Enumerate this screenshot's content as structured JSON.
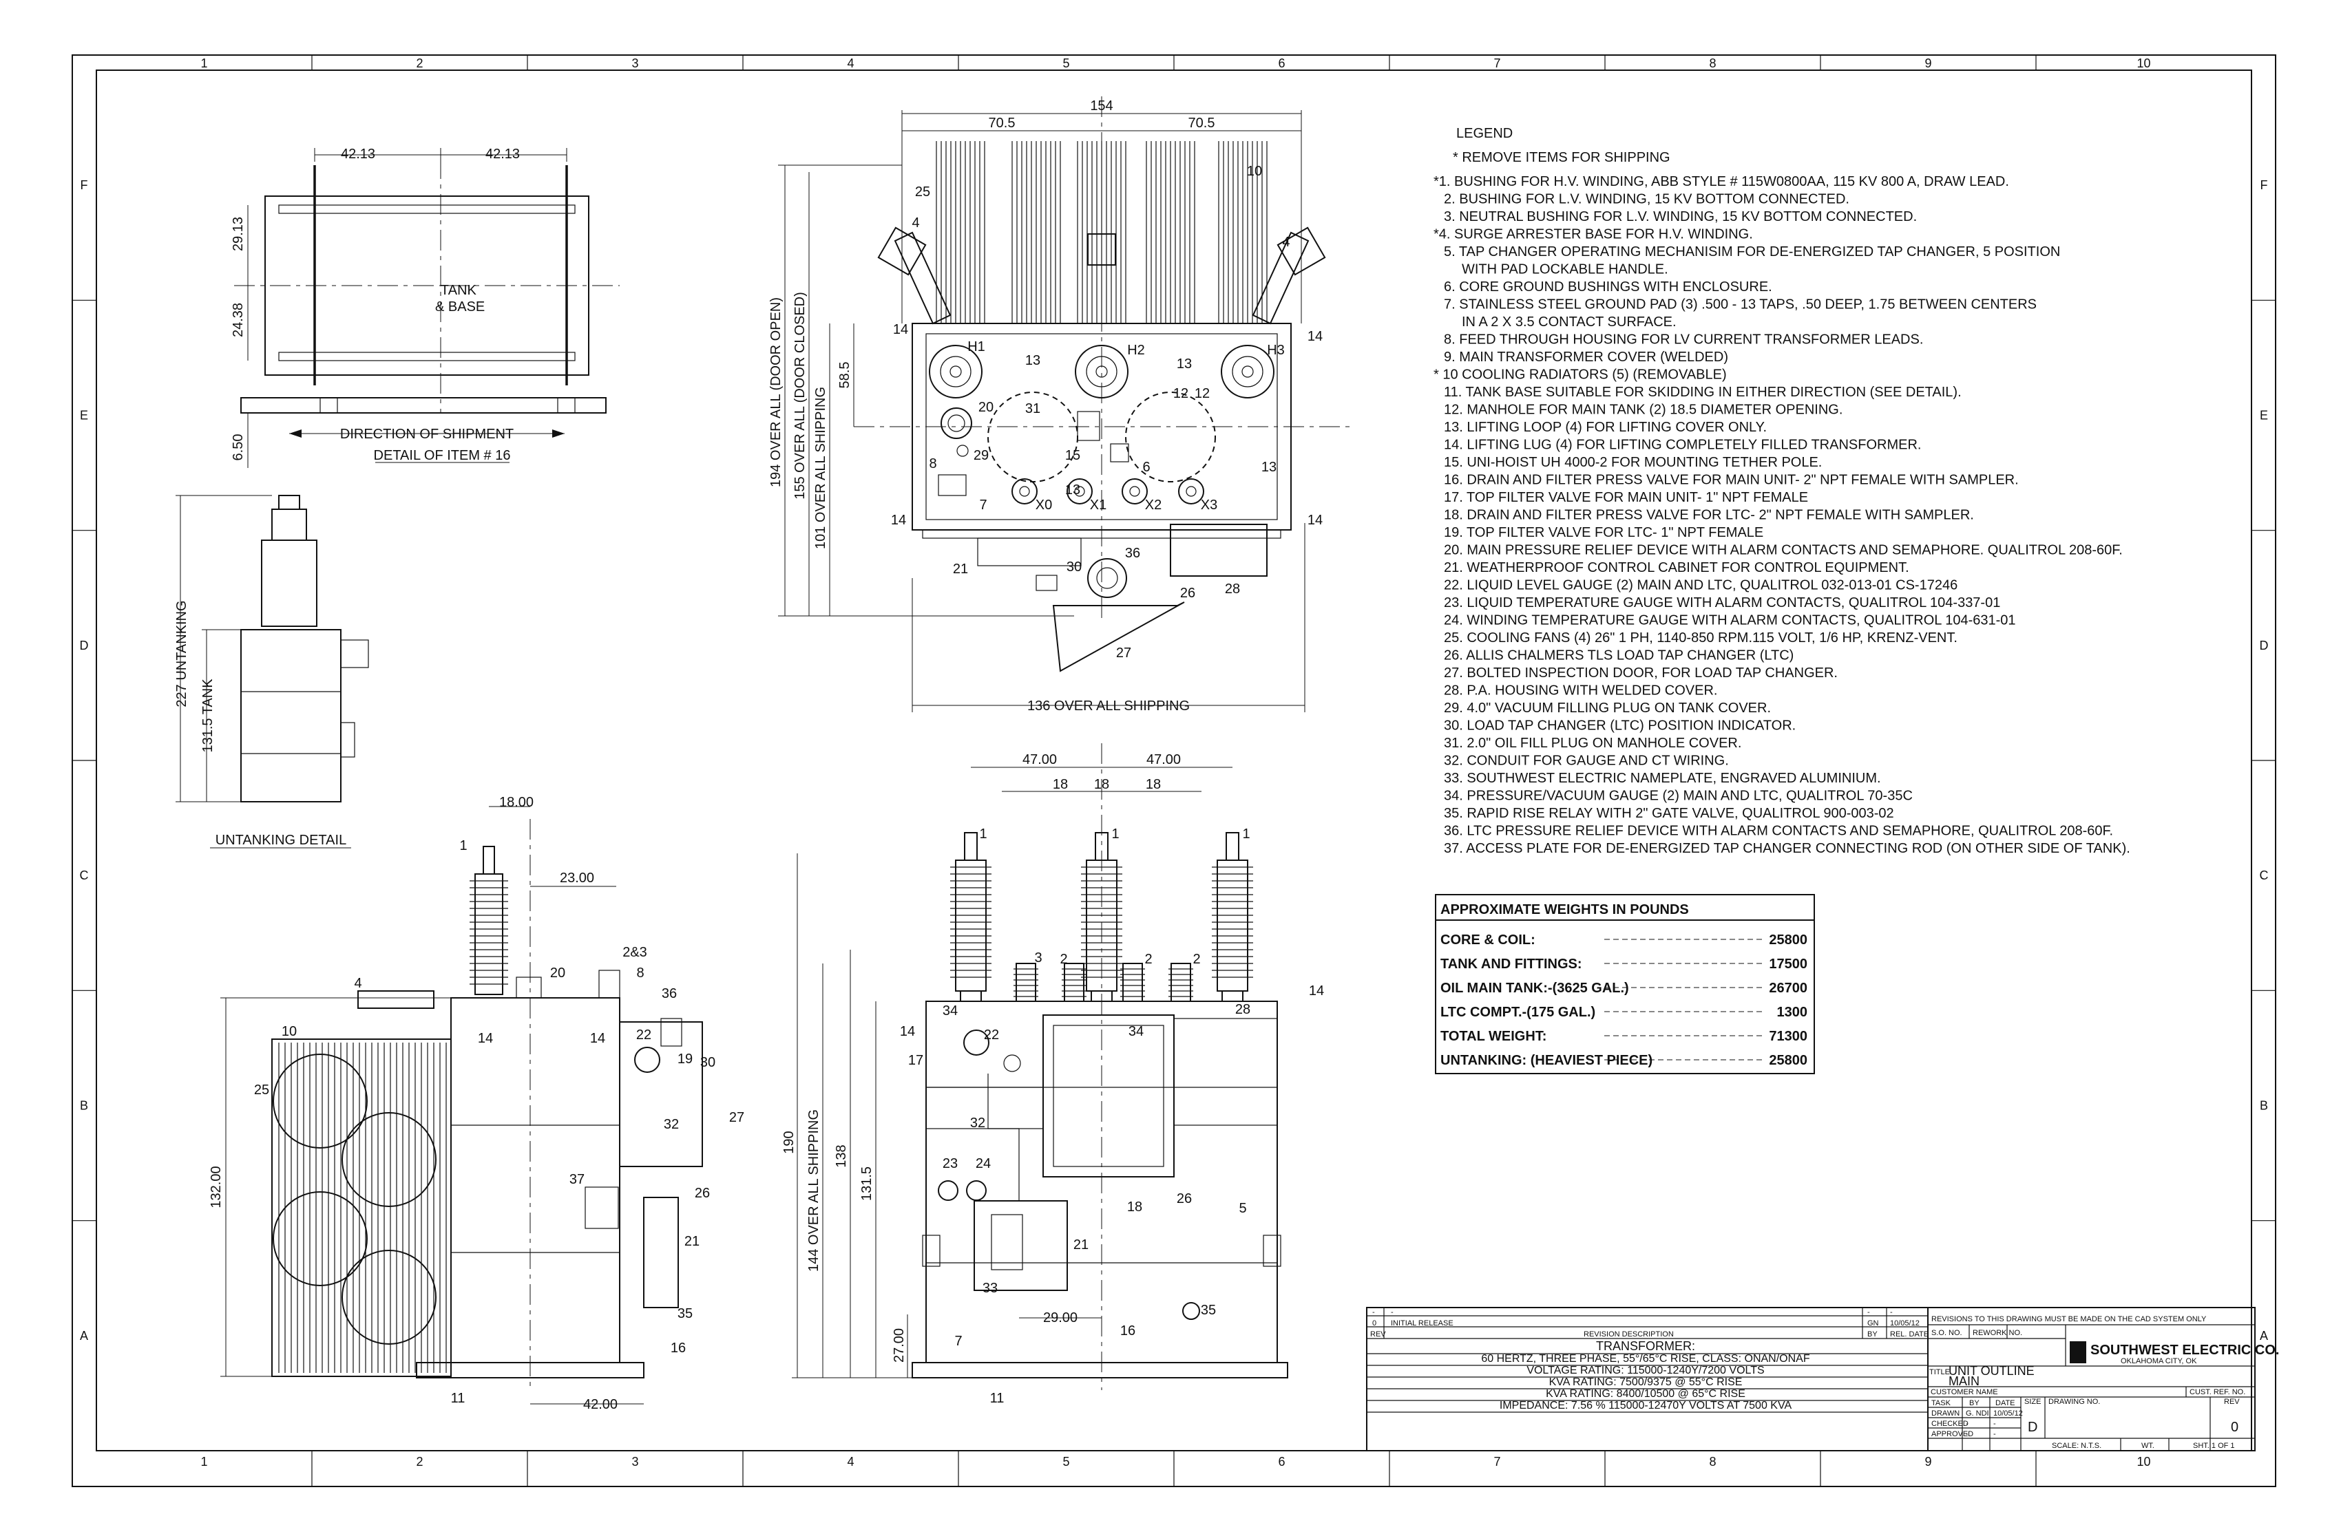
{
  "grid": {
    "cols": [
      "1",
      "2",
      "3",
      "4",
      "5",
      "6",
      "7",
      "8",
      "9",
      "10"
    ],
    "rows": [
      "F",
      "E",
      "D",
      "C",
      "B",
      "A"
    ]
  },
  "legend": {
    "title": "LEGEND",
    "note": "* REMOVE ITEMS FOR SHIPPING",
    "items": [
      "*1.  BUSHING FOR H.V. WINDING, ABB STYLE # 115W0800AA, 115 KV 800 A, DRAW LEAD.",
      "2.  BUSHING FOR L.V. WINDING, 15 KV BOTTOM CONNECTED.",
      "3.  NEUTRAL BUSHING FOR L.V. WINDING, 15 KV BOTTOM CONNECTED.",
      "*4.  SURGE ARRESTER BASE FOR H.V. WINDING.",
      "5.  TAP CHANGER OPERATING MECHANISIM FOR DE-ENERGIZED TAP CHANGER, 5 POSITION",
      "WITH PAD LOCKABLE HANDLE.",
      "6.  CORE GROUND BUSHINGS WITH ENCLOSURE.",
      "7.  STAINLESS STEEL GROUND PAD (3) .500 - 13 TAPS, .50 DEEP, 1.75 BETWEEN CENTERS",
      "IN A 2 X 3.5 CONTACT SURFACE.",
      "8.  FEED THROUGH HOUSING FOR LV CURRENT TRANSFORMER LEADS.",
      "9.  MAIN TRANSFORMER COVER (WELDED)",
      "* 10  COOLING RADIATORS (5) (REMOVABLE)",
      "11.  TANK BASE SUITABLE FOR SKIDDING IN EITHER DIRECTION (SEE DETAIL).",
      "12.  MANHOLE FOR MAIN TANK (2) 18.5 DIAMETER OPENING.",
      "13.  LIFTING LOOP (4) FOR LIFTING COVER ONLY.",
      "14.  LIFTING LUG (4) FOR LIFTING COMPLETELY FILLED TRANSFORMER.",
      "15.  UNI-HOIST UH 4000-2 FOR MOUNTING TETHER POLE.",
      "16.  DRAIN AND FILTER PRESS VALVE FOR MAIN UNIT- 2\" NPT FEMALE WITH SAMPLER.",
      "17.  TOP FILTER VALVE FOR MAIN UNIT- 1\" NPT FEMALE",
      "18.  DRAIN AND FILTER PRESS VALVE FOR LTC- 2\" NPT FEMALE WITH SAMPLER.",
      "19.  TOP FILTER VALVE FOR LTC- 1\" NPT FEMALE",
      "20.  MAIN PRESSURE RELIEF DEVICE WITH ALARM CONTACTS AND SEMAPHORE. QUALITROL 208-60F.",
      "21.  WEATHERPROOF CONTROL CABINET FOR CONTROL EQUIPMENT.",
      "22.  LIQUID LEVEL GAUGE (2) MAIN AND LTC, QUALITROL 032-013-01 CS-17246",
      "23.  LIQUID TEMPERATURE GAUGE WITH ALARM CONTACTS, QUALITROL 104-337-01",
      "24.  WINDING TEMPERATURE GAUGE WITH ALARM CONTACTS, QUALITROL 104-631-01",
      "25.  COOLING FANS (4) 26\" 1 PH, 1140-850 RPM.115 VOLT, 1/6 HP, KRENZ-VENT.",
      "26.  ALLIS CHALMERS TLS LOAD TAP CHANGER (LTC)",
      "27.  BOLTED INSPECTION DOOR, FOR LOAD TAP CHANGER.",
      "28.  P.A. HOUSING WITH WELDED COVER.",
      "29.  4.0\" VACUUM FILLING PLUG ON TANK COVER.",
      "30.  LOAD TAP CHANGER (LTC) POSITION INDICATOR.",
      "31.  2.0\" OIL FILL PLUG ON MANHOLE COVER.",
      "32.  CONDUIT FOR GAUGE AND CT WIRING.",
      "33.  SOUTHWEST ELECTRIC NAMEPLATE, ENGRAVED ALUMINIUM.",
      "34.  PRESSURE/VACUUM GAUGE (2) MAIN AND LTC, QUALITROL 70-35C",
      "35.  RAPID RISE RELAY WITH 2\" GATE VALVE, QUALITROL 900-003-02",
      "36.  LTC PRESSURE RELIEF DEVICE WITH ALARM CONTACTS AND SEMAPHORE, QUALITROL 208-60F.",
      "37.  ACCESS PLATE FOR DE-ENERGIZED TAP CHANGER CONNECTING ROD (ON OTHER SIDE OF TANK)."
    ]
  },
  "weights": {
    "title": "APPROXIMATE WEIGHTS IN POUNDS",
    "rows": [
      {
        "label": "CORE & COIL: ",
        "value": "25800"
      },
      {
        "label": "TANK AND FITTINGS: ",
        "value": "17500"
      },
      {
        "label": "OIL MAIN TANK:-(3625 GAL.) ",
        "value": "26700"
      },
      {
        "label": "LTC COMPT.-(175 GAL.) ",
        "value": "1300"
      },
      {
        "label": "TOTAL WEIGHT: ",
        "value": "71300"
      },
      {
        "label": "UNTANKING: (HEAVIEST PIECE) ",
        "value": "25800"
      }
    ]
  },
  "title_block": {
    "rev_rows": [
      {
        "rev": "-",
        "desc": "-",
        "by": "-",
        "date": "-"
      },
      {
        "rev": "0",
        "desc": "INITIAL RELEASE",
        "by": "GN",
        "date": "10/05/12"
      }
    ],
    "rev_headers": {
      "rev": "REV",
      "desc": "REVISION DESCRIPTION",
      "by": "BY",
      "date": "REL. DATE"
    },
    "spec_lines": [
      "TRANSFORMER:",
      "60 HERTZ, THREE PHASE, 55°/65°C RISE, CLASS: ONAN/ONAF",
      "VOLTAGE RATING: 115000-1240Y/7200 VOLTS",
      "KVA RATING: 7500/9375 @ 55°C RISE",
      "KVA RATING: 8400/10500 @ 65°C RISE",
      "IMPEDANCE: 7.56 % 115000-12470Y VOLTS AT 7500 KVA"
    ],
    "cad_note": "REVISIONS TO THIS DRAWING MUST BE MADE ON THE CAD SYSTEM ONLY",
    "company": "SOUTHWEST ELECTRIC CO.",
    "city": "OKLAHOMA CITY, OK",
    "title_label": "TITLE",
    "title": "UNIT OUTLINE",
    "subtitle": "MAIN",
    "customer_label": "CUSTOMER NAME",
    "cust_ref_label": "CUST. REF. NO.",
    "so_label": "S.O. NO.",
    "rework_label": "REWORK NO.",
    "size_label": "SIZE",
    "dwg_label": "DRAWING NO.",
    "rev_label": "REV",
    "size": "D",
    "rev": "0",
    "scale": "SCALE: N.T.S.",
    "wt": "WT.",
    "sheet": "SHT. 1 OF 1",
    "sign_headers": [
      "TASK",
      "BY",
      "DATE"
    ],
    "sign_rows": [
      [
        "DRAWN",
        "G. NDI",
        "10/05/12"
      ],
      [
        "CHECKED",
        "-",
        "-"
      ],
      [
        "APPROVED",
        "-",
        "-"
      ]
    ]
  },
  "top_detail": {
    "dim_a": "42.13",
    "dim_b": "42.13",
    "dim_c": "29.13",
    "dim_d": "24.38",
    "dim_e": "6.50",
    "center": "TANK",
    "center2": "& BASE",
    "ship": "DIRECTION OF SHIPMENT",
    "caption": "DETAIL OF ITEM # 16"
  },
  "untank": {
    "dim_a": "227 UNTANKING",
    "dim_b": "131.5 TANK",
    "caption": "UNTANKING DETAIL"
  },
  "plan_view": {
    "dim_total": "154",
    "dim_half_a": "70.5",
    "dim_half_b": "70.5",
    "d194": "194 OVER ALL (DOOR OPEN)",
    "d155": "155 OVER ALL (DOOR CLOSED)",
    "d101": "101 OVER ALL SHIPPING",
    "d585": "58.5",
    "d136": "136 OVER ALL SHIPPING",
    "labels": [
      "10",
      "25",
      "4",
      "4",
      "14",
      "14",
      "14",
      "14",
      "H1",
      "H2",
      "H3",
      "13",
      "13",
      "13",
      "13",
      "12",
      "12",
      "20",
      "31",
      "29",
      "15",
      "6",
      "8",
      "7",
      "X0",
      "X1",
      "X2",
      "X3",
      "21",
      "30",
      "36",
      "26",
      "28",
      "27"
    ]
  },
  "side_view": {
    "dim_18": "18.00",
    "dim_23": "23.00",
    "dim_132": "132.00",
    "dim_42": "42.00",
    "labels": [
      "1",
      "4",
      "10",
      "25",
      "20",
      "8",
      "2&3",
      "14",
      "14",
      "22",
      "19",
      "36",
      "30",
      "27",
      "32",
      "26",
      "37",
      "21",
      "35",
      "16",
      "11"
    ]
  },
  "front_view": {
    "dim_47a": "47.00",
    "dim_47b": "47.00",
    "dim_18a": "18",
    "dim_18b": "18",
    "dim_18c": "18",
    "dim_190": "190",
    "dim_144": "144 OVER ALL SHIPPING",
    "dim_138": "138",
    "dim_1315": "131.5",
    "dim_27": "27.00",
    "dim_29": "29.00",
    "labels": [
      "1",
      "1",
      "1",
      "3",
      "2",
      "2",
      "2",
      "14",
      "14",
      "34",
      "34",
      "28",
      "22",
      "17",
      "32",
      "23",
      "24",
      "18",
      "26",
      "5",
      "21",
      "33",
      "7",
      "16",
      "35",
      "11"
    ]
  }
}
